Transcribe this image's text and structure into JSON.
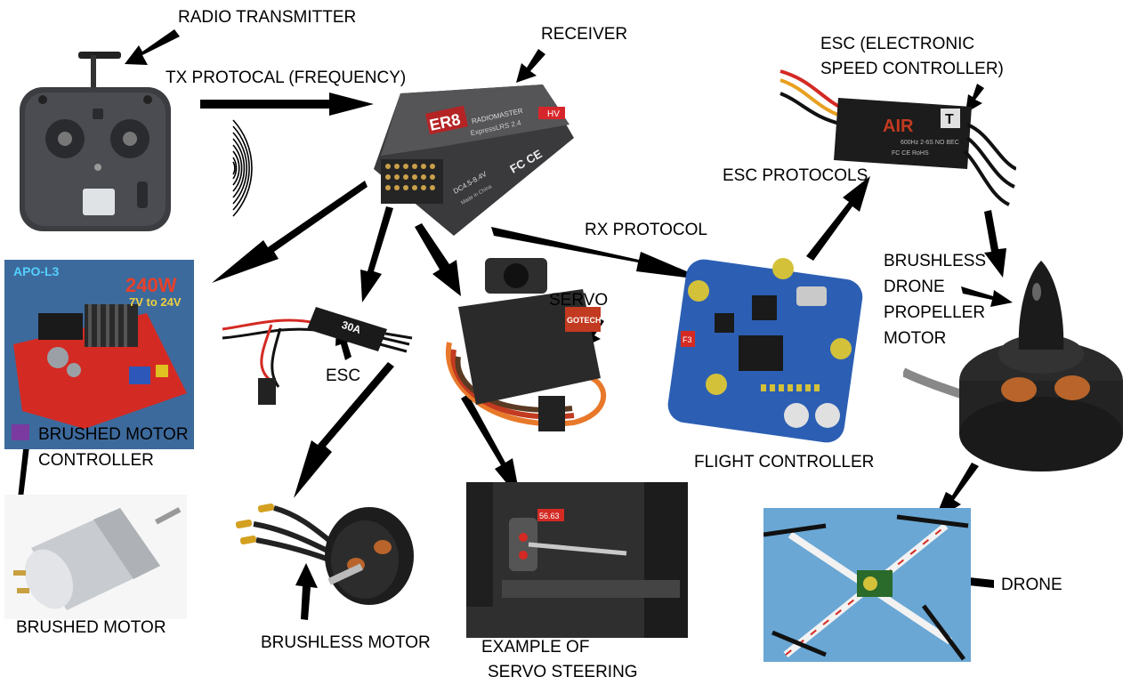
{
  "labels": {
    "radio_transmitter": "RADIO TRANSMITTER",
    "tx_protocol": "TX PROTOCAL (FREQUENCY)",
    "receiver": "RECEIVER",
    "esc_full_line1": "ESC (ELECTRONIC",
    "esc_full_line2": "SPEED CONTROLLER)",
    "esc_protocols": "ESC PROTOCOLS",
    "rx_protocol": "RX PROTOCOL",
    "brushless_drone_line1": "BRUSHLESS",
    "brushless_drone_line2": "DRONE",
    "brushless_drone_line3": "PROPELLER",
    "brushless_drone_line4": "MOTOR",
    "servo": "SERVO",
    "esc": "ESC",
    "brushed_controller_line1": "BRUSHED MOTOR",
    "brushed_controller_line2": "CONTROLLER",
    "flight_controller": "FLIGHT CONTROLLER",
    "drone": "DRONE",
    "brushed_motor": "BRUSHED MOTOR",
    "brushless_motor": "BRUSHLESS MOTOR",
    "servo_steering_line1": "EXAMPLE OF",
    "servo_steering_line2": "SERVO STEERING"
  },
  "device_text": {
    "receiver_model": "ER8",
    "receiver_brand": "RADIOMASTER",
    "receiver_sub": "ExpressLRS 2.4",
    "receiver_voltage": "DC4.5-8.4V",
    "receiver_made": "Made in China",
    "receiver_hv": "HV",
    "receiver_fcc": "FC CE",
    "controller_name": "APO-L3",
    "controller_power": "240W",
    "controller_volts": "7V to 24V",
    "esc_small_rating": "30A",
    "esc_large_brand": "AIR",
    "esc_large_badge": "T",
    "esc_large_spec": "600Hz 2-6S NO BEC",
    "esc_large_marks": "FC CE RoHS",
    "servo_brand": "GOTECH",
    "steering_display": "56.63",
    "fc_mark": "F3"
  },
  "colors": {
    "arrow": "#000000",
    "text": "#000000",
    "background": "#ffffff",
    "controller_bg": "#3d6a9c",
    "controller_red": "#d42a24",
    "fc_blue": "#2c5fb3",
    "drone_bg": "#6aa7d4"
  }
}
